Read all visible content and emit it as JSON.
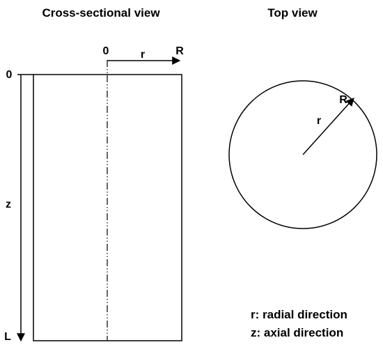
{
  "cross_section": {
    "title": "Cross-sectional view",
    "top_label": "0",
    "bottom_label": "L",
    "axial_label": "z",
    "radial_origin_label": "0",
    "radial_label": "r",
    "radius_label": "R"
  },
  "top_view": {
    "title": "Top view",
    "radial_label": "r",
    "radius_label": "R"
  },
  "legend": {
    "radial": "r: radial direction",
    "axial": "z: axial direction"
  }
}
